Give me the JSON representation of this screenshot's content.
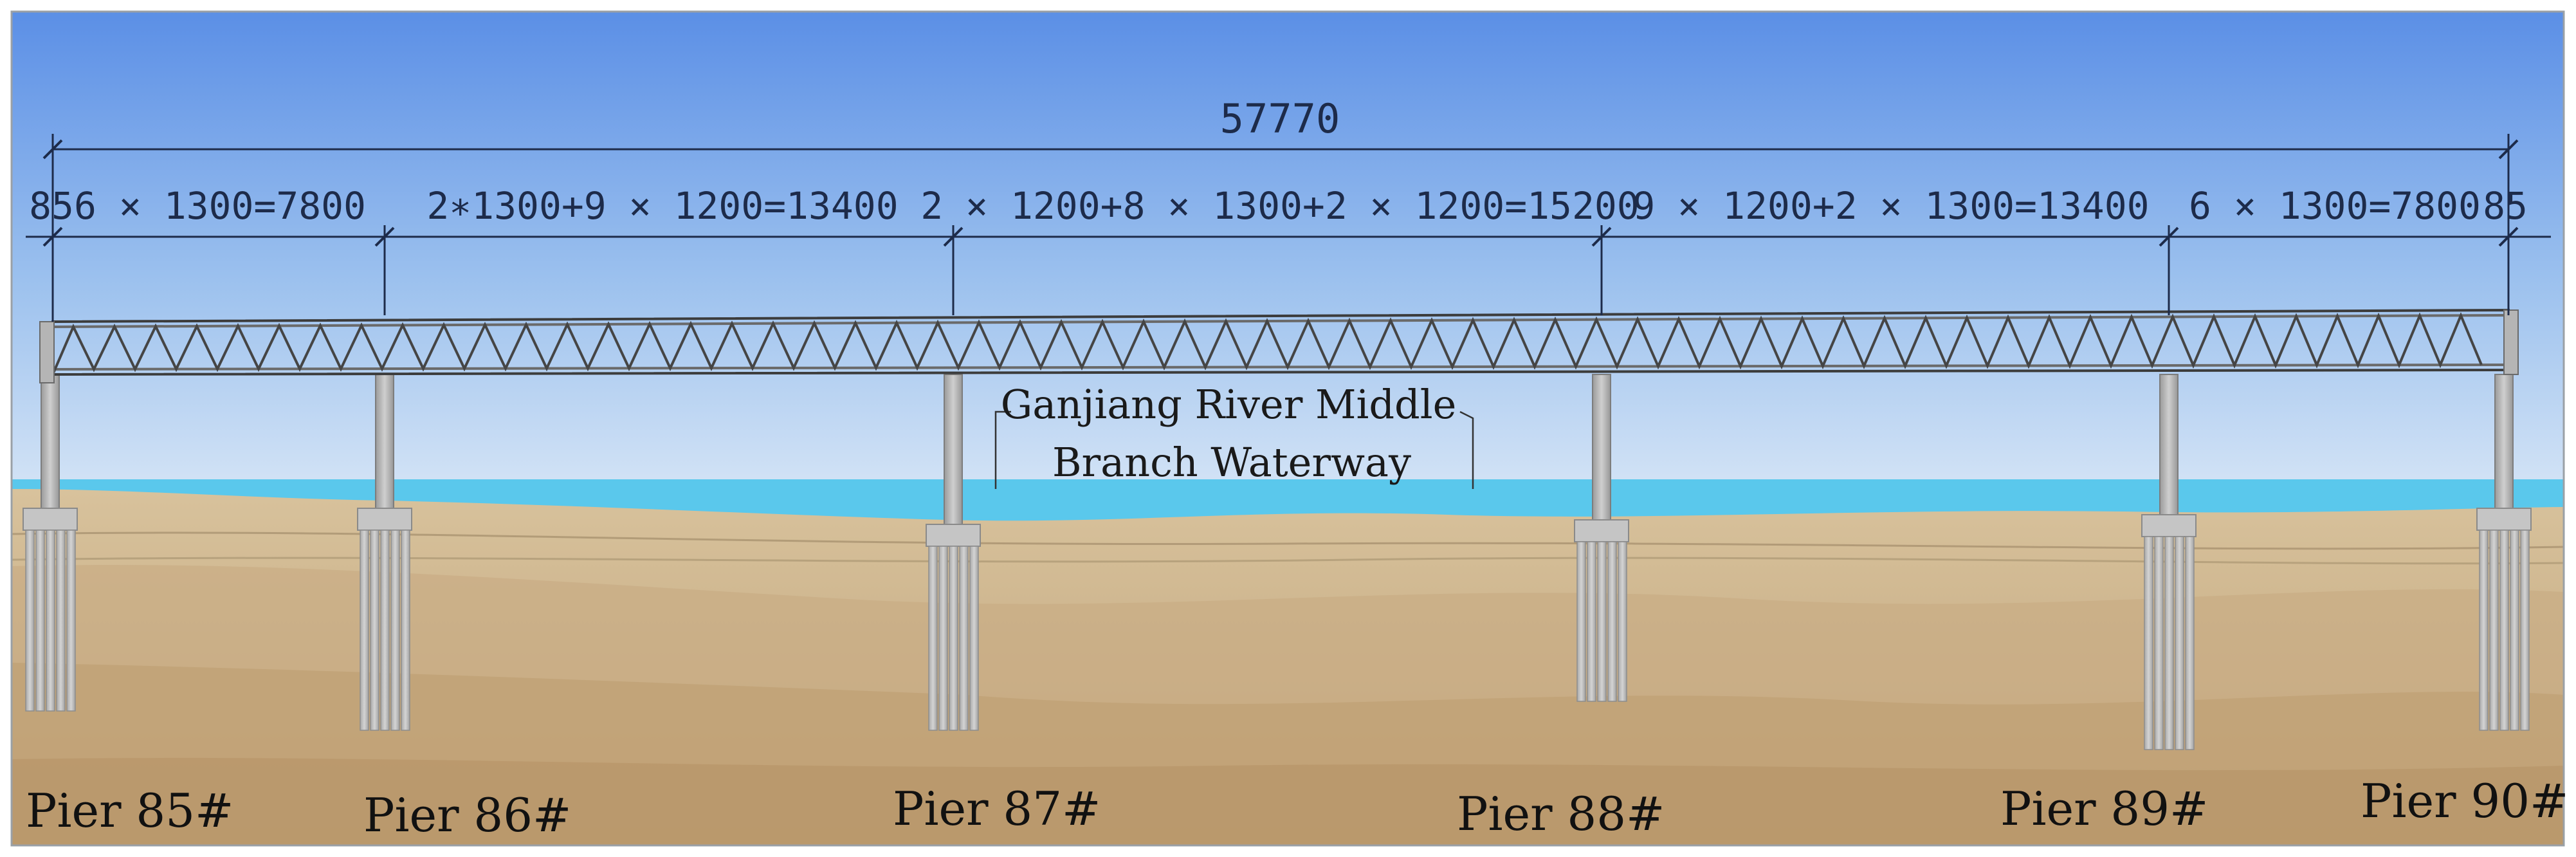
{
  "figure": {
    "total_length": "57770",
    "end_offset_left": "85",
    "end_offset_right": "85",
    "spans": [
      "6 × 1300=7800",
      "2∗1300+9 × 1200=13400",
      "2 × 1200+8 × 1300+2 × 1200=15200",
      "9 × 1200+2 × 1300=13400",
      "6 × 1300=7800"
    ],
    "waterway_label_line1": "Ganjiang River Middle",
    "waterway_label_line2": "Branch Waterway",
    "piers": [
      "Pier 85#",
      "Pier 86#",
      "Pier 87#",
      "Pier 88#",
      "Pier 89#",
      "Pier 90#"
    ],
    "colors": {
      "sky_top": "#5b8fe6",
      "sky_bottom": "#cfe0f5",
      "water": "#5ac8ec",
      "ground": "#cdb48c",
      "truss": "#3c3c3c",
      "pier": "#b9b9b9",
      "dimension": "#1d2b4a"
    }
  }
}
